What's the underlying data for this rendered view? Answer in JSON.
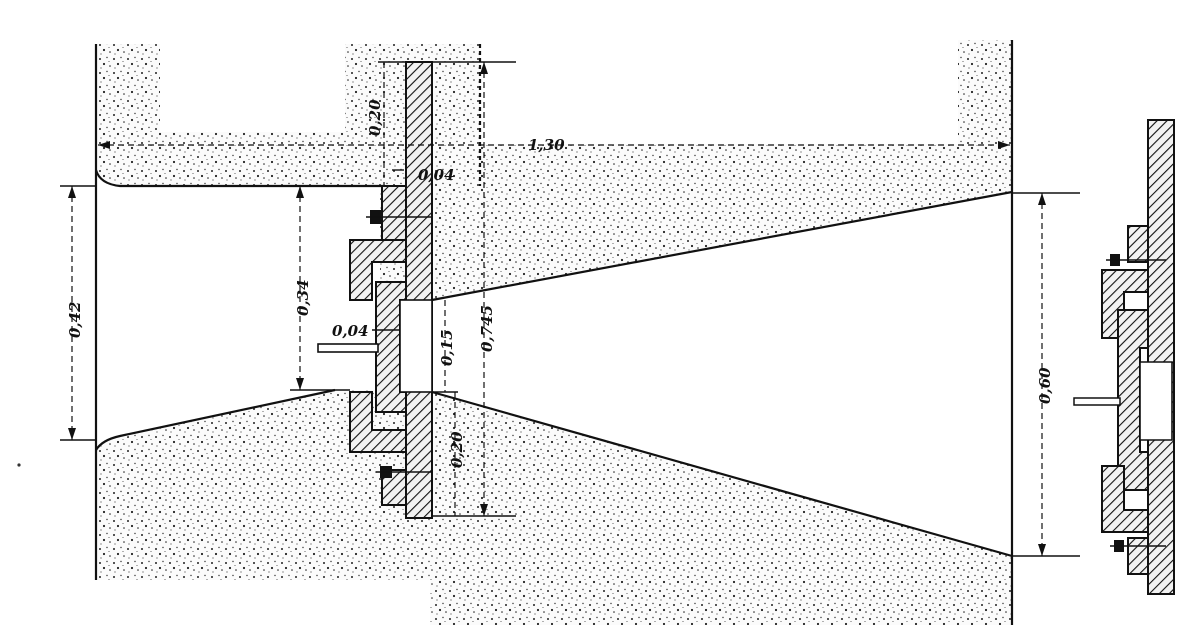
{
  "dimensions": {
    "width_top": "1,30",
    "plate_top": "0,20",
    "gap_small": "0,04",
    "opening_left": "0,42",
    "opening_inner": "0,34",
    "bolt_gap": "0,04",
    "slot": "0,15",
    "plate_height": "0,745",
    "plate_bottom": "0,20",
    "opening_right": "0,60"
  }
}
